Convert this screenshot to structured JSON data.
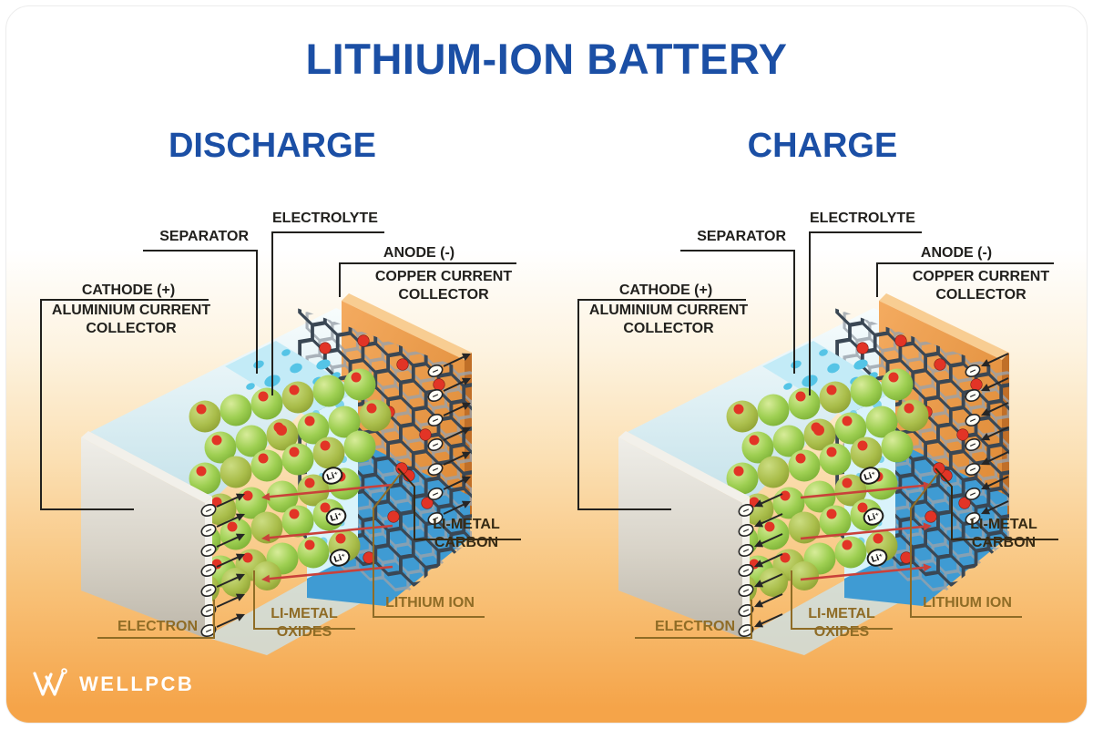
{
  "title": "LITHIUM-ION BATTERY",
  "brand": {
    "name": "WELLPCB"
  },
  "colors": {
    "title_blue": "#1b4fa5",
    "label_dark": "#21201d",
    "label_brown": "#8f6c26",
    "label_dark_brown": "#362a14",
    "arrow_red": "#c9413a",
    "electron_black": "#262626",
    "copper_orange": "#e9974a",
    "aluminium_gray": "#d5d0c6",
    "separator_blue": "#d9f3fb",
    "electrolyte_blue": "#3f9bd3",
    "oxide_green": "#8cc63f",
    "lithium_red": "#e23426",
    "background_orange": "#f5a449"
  },
  "diagrams": [
    {
      "id": "discharge",
      "heading": "DISCHARGE",
      "ion_flow": "left",
      "labels": {
        "separator": "SEPARATOR",
        "electrolyte": "ELECTROLYTE",
        "anode": "ANODE (-)",
        "copper": "COPPER CURRENT COLLECTOR",
        "cathode": "CATHODE (+)",
        "aluminium": "ALUMINIUM CURRENT COLLECTOR",
        "carbon": "LI-METAL CARBON",
        "lithium_ion": "LITHIUM ION",
        "oxides": "LI-METAL OXIDES",
        "electron": "ELECTRON",
        "li_ion_symbol": "Li⁺",
        "electron_symbol": "−"
      }
    },
    {
      "id": "charge",
      "heading": "CHARGE",
      "ion_flow": "right",
      "labels": {
        "separator": "SEPARATOR",
        "electrolyte": "ELECTROLYTE",
        "anode": "ANODE (-)",
        "copper": "COPPER CURRENT COLLECTOR",
        "cathode": "CATHODE (+)",
        "aluminium": "ALUMINIUM CURRENT COLLECTOR",
        "carbon": "LI-METAL CARBON",
        "lithium_ion": "LITHIUM ION",
        "oxides": "LI-METAL OXIDES",
        "electron": "ELECTRON",
        "li_ion_symbol": "Li⁺",
        "electron_symbol": "−"
      }
    }
  ]
}
